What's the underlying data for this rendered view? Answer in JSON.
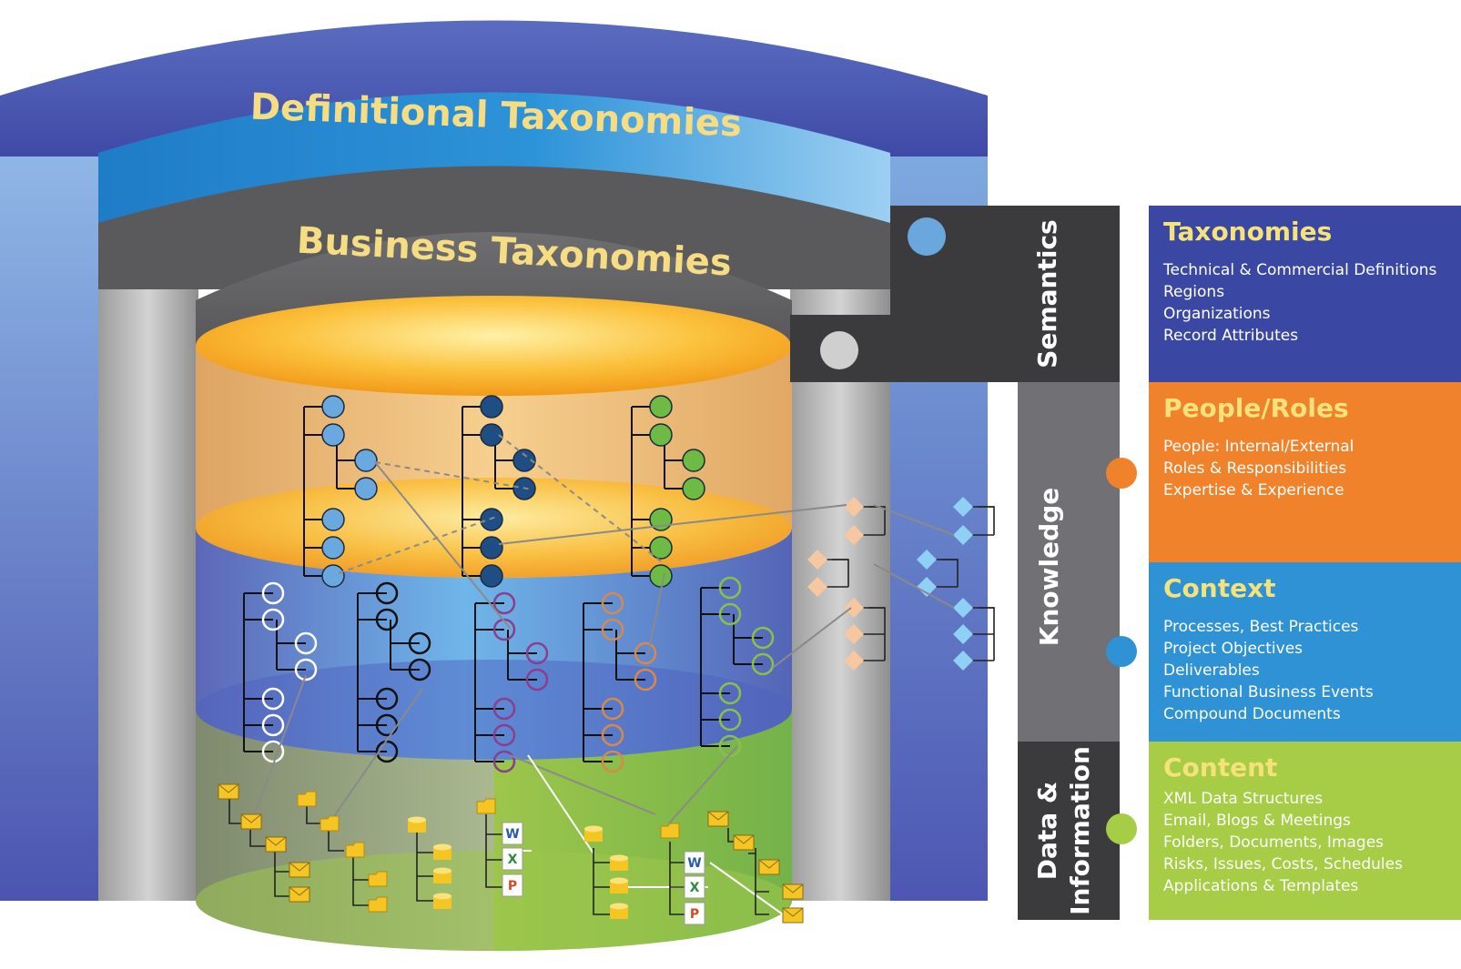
{
  "arch": {
    "definitional_title": "Definitional Taxonomies",
    "business_title": "Business Taxonomies"
  },
  "layers": {
    "semantics": "Semantics",
    "knowledge": "Knowledge",
    "data_line1": "Data &",
    "data_line2": "Information"
  },
  "panels": [
    {
      "title": "Taxonomies",
      "color": "#3a48a4",
      "items": [
        "Technical & Commercial Definitions",
        "Regions",
        "Organizations",
        "Record Attributes"
      ]
    },
    {
      "title": "People/Roles",
      "color": "#f0822b",
      "items": [
        "People: Internal/External",
        "Roles & Responsibilities",
        "Expertise & Experience"
      ]
    },
    {
      "title": "Context",
      "color": "#2e92d4",
      "items": [
        "Processes, Best Practices",
        "Project Objectives",
        "Deliverables",
        "Functional Business Events",
        "Compound Documents"
      ]
    },
    {
      "title": "Content",
      "color": "#a6cd45",
      "items": [
        "XML Data Structures",
        "Email, Blogs & Meetings",
        "Folders, Documents, Images",
        "Risks, Issues, Costs, Schedules",
        "Applications & Templates"
      ]
    }
  ],
  "colors": {
    "tree_light_blue": "#6aa9e0",
    "tree_dark_blue": "#1f4e84",
    "tree_green": "#6dbb45",
    "ring_purple": "#8a3f8c",
    "ring_orange": "#d6894a",
    "ring_green": "#8ac04a",
    "diamond_peach": "#f7c8a0",
    "diamond_blue": "#8fd0f5"
  },
  "icons": [
    "email-icon",
    "folder-icon",
    "database-icon",
    "word-icon",
    "excel-icon",
    "powerpoint-icon"
  ],
  "doc_letters": {
    "word": "W",
    "excel": "X",
    "powerpoint": "P"
  }
}
